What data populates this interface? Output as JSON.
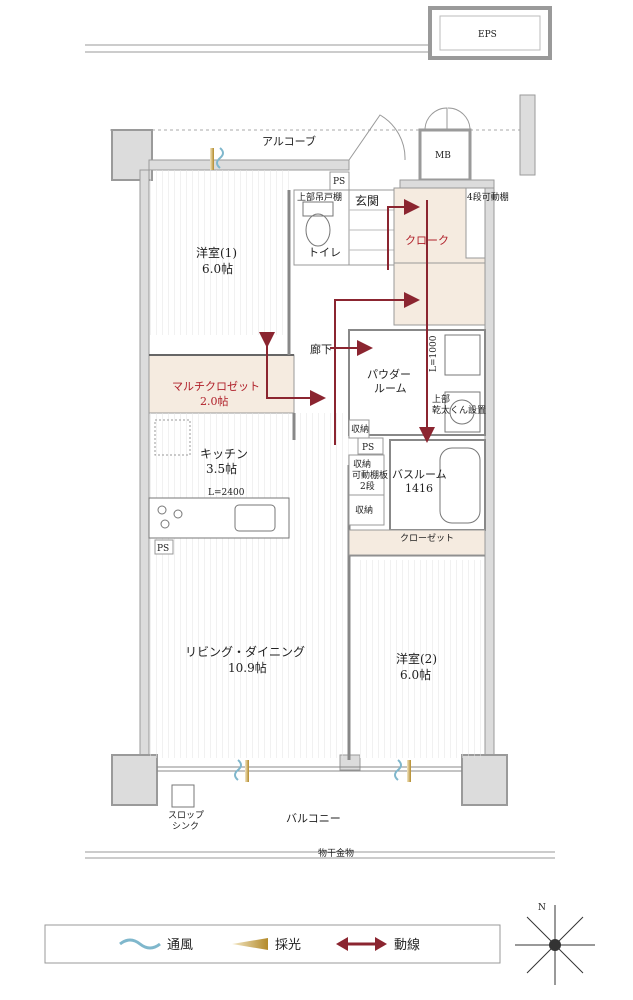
{
  "eps": "EPS",
  "alcove": "アルコーブ",
  "mb": "MB",
  "entrance": "玄関",
  "ps_top": "PS",
  "ps_mid": "PS",
  "ps_kitchen": "PS",
  "shoes": "4段可動棚",
  "cloak": "クローク",
  "toilet_cabinet": "上部吊戸棚",
  "toilet": "トイレ",
  "hallway": "廊下",
  "powder_room": [
    "パウダー",
    "ルーム"
  ],
  "l1000": "L=1000",
  "dryer": [
    "上部",
    "乾太くん設置"
  ],
  "storage_small": "収納",
  "storage_shelf": [
    "収納",
    "可動棚板",
    "2段"
  ],
  "storage_2": "収納",
  "bathroom": [
    "バスルーム",
    "1416"
  ],
  "closet": "クローゼット",
  "western1": [
    "洋室(1)",
    "6.0帖"
  ],
  "multi_closet": [
    "マルチクロゼット",
    "2.0帖"
  ],
  "kitchen": [
    "キッチン",
    "3.5帖"
  ],
  "kitchen_len": "L=2400",
  "living": [
    "リビング・ダイニング",
    "10.9帖"
  ],
  "western2": [
    "洋室(2)",
    "6.0帖"
  ],
  "balcony": "バルコニー",
  "slop_sink": [
    "スロップ",
    "シンク"
  ],
  "hanger": "物干金物",
  "compass_n": "N",
  "legend": {
    "wind": "通風",
    "light": "採光",
    "flow": "動線"
  },
  "colors": {
    "wall": "#9a9a9a",
    "floor_line": "#d9d9d9",
    "beige": "#f5ebe0",
    "flow_arrow": "#8b2530",
    "wind": "#7fb7cc",
    "light": "#c9a343"
  }
}
